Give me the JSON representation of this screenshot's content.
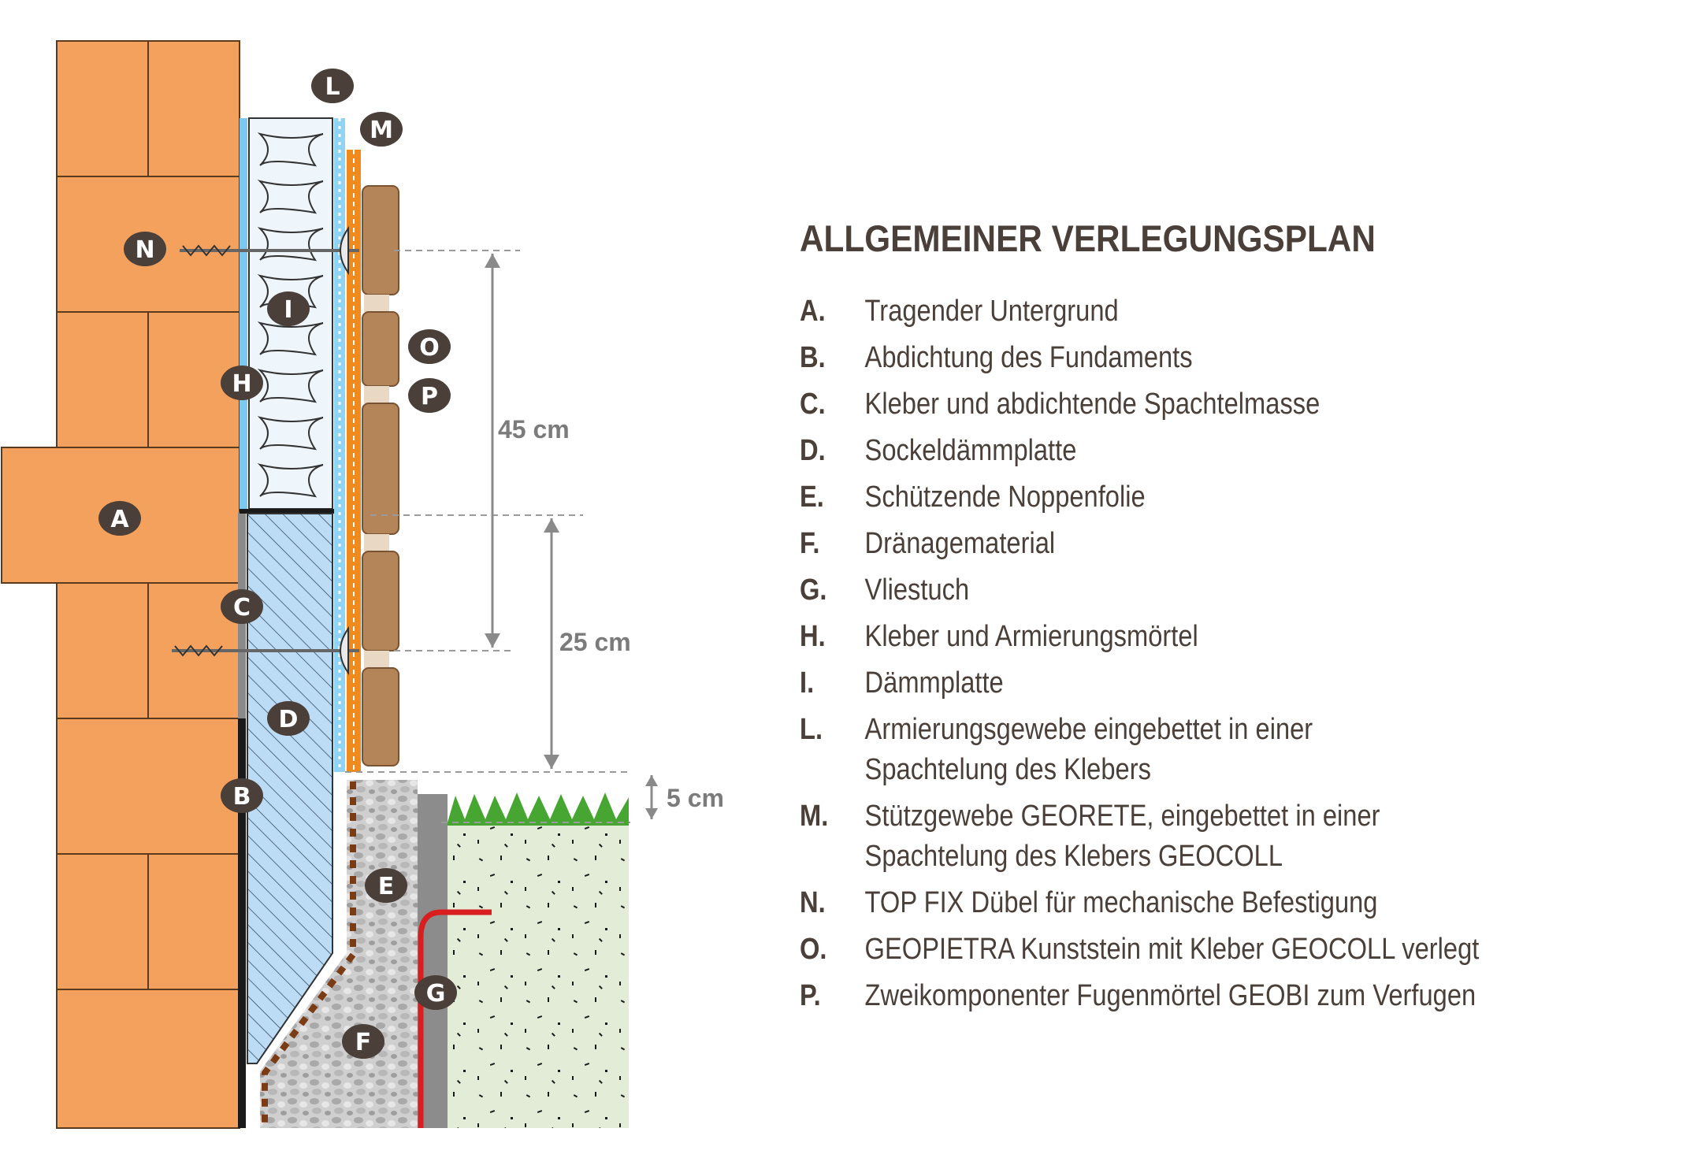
{
  "legend": {
    "title": "ALLGEMEINER VERLEGUNGSPLAN",
    "items": [
      {
        "key": "A.",
        "text": "Tragender Untergrund"
      },
      {
        "key": "B.",
        "text": "Abdichtung des Fundaments"
      },
      {
        "key": "C.",
        "text": "Kleber und abdichtende Spachtelmasse"
      },
      {
        "key": "D.",
        "text": "Sockeldämmplatte"
      },
      {
        "key": "E.",
        "text": "Schützende Noppenfolie"
      },
      {
        "key": "F.",
        "text": "Dränagematerial"
      },
      {
        "key": "G.",
        "text": "Vliestuch"
      },
      {
        "key": "H.",
        "text": "Kleber und Armierungsmörtel"
      },
      {
        "key": "I.",
        "text": "Dämmplatte"
      },
      {
        "key": "L.",
        "text": "Armierungsgewebe eingebettet in einer\nSpachtelung des Klebers"
      },
      {
        "key": "M.",
        "text": "Stützgewebe GEORETE, eingebettet in einer\nSpachtelung des Klebers GEOCOLL"
      },
      {
        "key": "N.",
        "text": "TOP FIX Dübel für mechanische Befestigung"
      },
      {
        "key": "O.",
        "text": "GEOPIETRA Kunststein mit Kleber GEOCOLL verlegt"
      },
      {
        "key": "P.",
        "text": "Zweikomponenter Fugenmörtel GEOBI zum Verfugen"
      }
    ]
  },
  "callouts": {
    "A": "A",
    "B": "B",
    "C": "C",
    "D": "D",
    "E": "E",
    "F": "F",
    "G": "G",
    "H": "H",
    "I": "I",
    "L": "L",
    "M": "M",
    "N": "N",
    "O": "O",
    "P": "P"
  },
  "dimensions": {
    "d45": "45 cm",
    "d25": "25 cm",
    "d5": "5 cm"
  },
  "colors": {
    "brick": "#f4a15d",
    "insulation_blue": "#bcdcf5",
    "mesh_orange": "#f08a1c",
    "stone": "#b5855a",
    "soil": "#e2ecd6",
    "grass": "#46a631",
    "fleece_red": "#d81e1e",
    "callout_dark": "#4a3f39"
  }
}
